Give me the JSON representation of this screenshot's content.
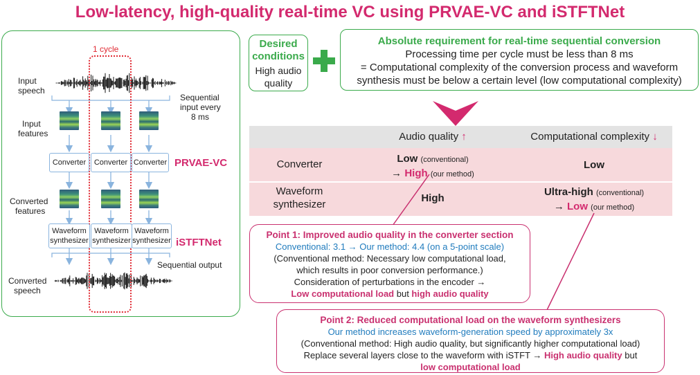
{
  "title": "Low-latency, high-quality real-time VC using PRVAE-VC and iSTFTNet",
  "left": {
    "cycle_label": "1 cycle",
    "input_speech": [
      "Input",
      "speech"
    ],
    "sequential_input": [
      "Sequential",
      "input every",
      "8 ms"
    ],
    "input_features": [
      "Input",
      "features"
    ],
    "converter": "Converter",
    "prvae": "PRVAE-VC",
    "converted_features": [
      "Converted",
      "features"
    ],
    "synth": [
      "Waveform",
      "synthesizer"
    ],
    "istft": "iSTFTNet",
    "sequential_output": "Sequential output",
    "converted_speech": [
      "Converted",
      "speech"
    ]
  },
  "desired": {
    "title": [
      "Desired",
      "conditions"
    ],
    "body": [
      "High audio",
      "quality"
    ]
  },
  "requirement": {
    "title": "Absolute requirement for real-time sequential conversion",
    "line1": "Processing time per cycle must be less than 8 ms",
    "line2": "= Computational complexity of the conversion process and waveform",
    "line3": "synthesis must be below a certain level (low computational complexity)"
  },
  "table": {
    "col1": "Audio quality",
    "col1_arrow": "↑",
    "col2": "Computational complexity",
    "col2_arrow": "↓",
    "row1_label": "Converter",
    "row1_q_low": "Low",
    "row1_q_conv": "(conventional)",
    "row1_q_arrow": "→",
    "row1_q_high": "High",
    "row1_q_ours": "(our method)",
    "row1_c": "Low",
    "row2_label": [
      "Waveform",
      "synthesizer"
    ],
    "row2_q": "High",
    "row2_c_uh": "Ultra-high",
    "row2_c_conv": "(conventional)",
    "row2_c_arrow": "→",
    "row2_c_low": "Low",
    "row2_c_ours": "(our method)"
  },
  "point1": {
    "title": "Point 1: Improved audio quality in the converter section",
    "blue": "Conventional: 3.1 → Our method: 4.4 (on a 5-point scale)",
    "l1": "(Conventional method: Necessary low computational load,",
    "l2": "which results in poor conversion performance.)",
    "l3": "Consideration of perturbations in the encoder →",
    "l4a": "Low computational load",
    "l4b": " but ",
    "l4c": "high audio quality"
  },
  "point2": {
    "title": "Point 2: Reduced computational load on the waveform synthesizers",
    "blue": "Our method increases waveform-generation speed by approximately 3x",
    "l1": "(Conventional method: High audio quality, but significantly higher computational load)",
    "l2a": "Replace several layers close to the waveform with iSTFT → ",
    "l2b": "High audio quality",
    "l2c": " but",
    "l3": "low computational load"
  },
  "colors": {
    "pink": "#d32a6e",
    "green": "#3aaa4b",
    "blue": "#1f7bbd",
    "table_row": "#f7d9dc"
  }
}
